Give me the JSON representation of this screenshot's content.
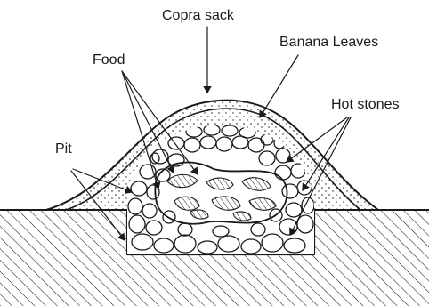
{
  "labels": {
    "copra_sack": "Copra sack",
    "banana_leaves": "Banana Leaves",
    "food": "Food",
    "hot_stones": "Hot stones",
    "pit": "Pit"
  },
  "colors": {
    "ink": "#1a1a1a",
    "background": "#ffffff"
  }
}
